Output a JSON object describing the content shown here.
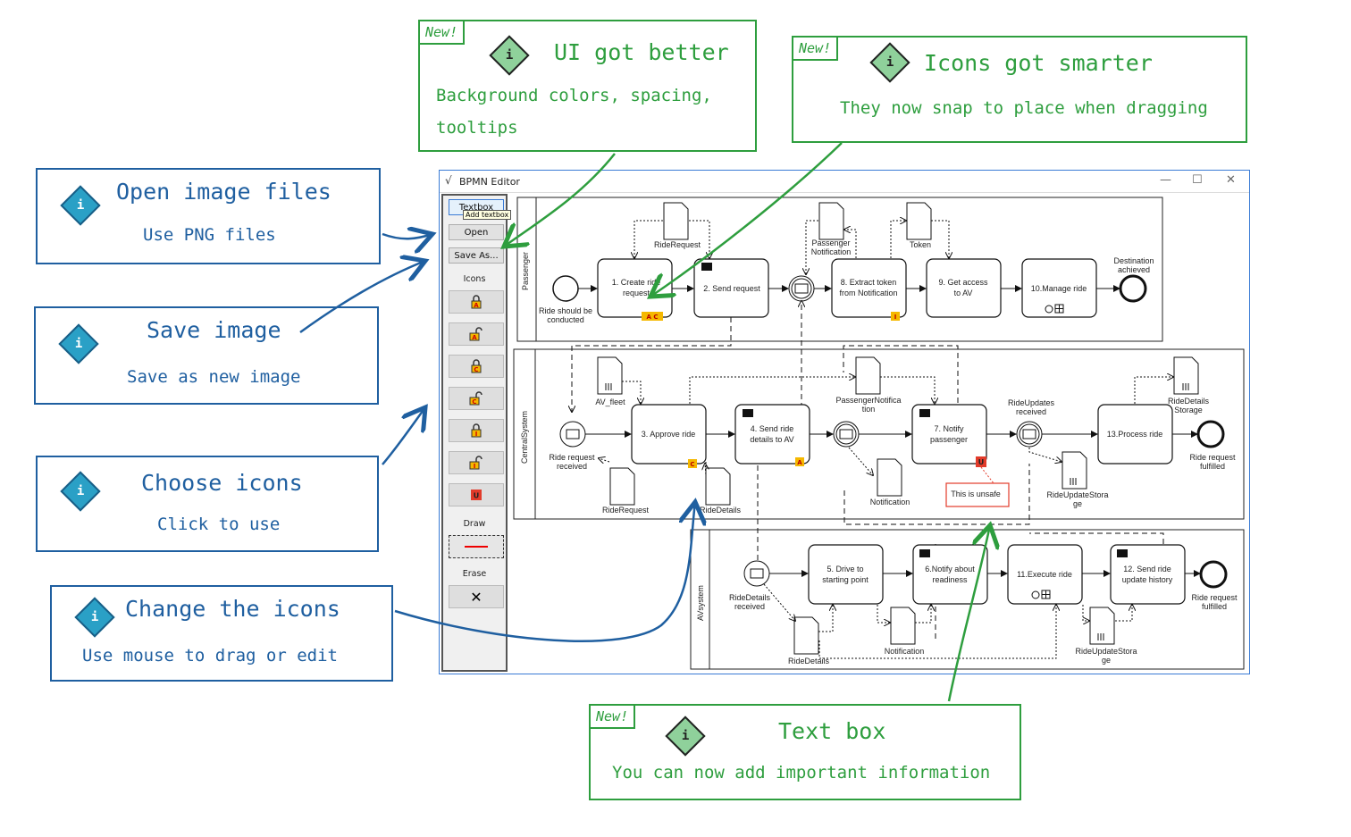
{
  "callouts": {
    "ui": {
      "tag": "New!",
      "title": "UI got better",
      "sub1": "Background colors, spacing,",
      "sub2": "tooltips"
    },
    "icons": {
      "tag": "New!",
      "title": "Icons got smarter",
      "sub": "They now snap to place when dragging"
    },
    "open": {
      "title": "Open image files",
      "sub": "Use PNG files"
    },
    "save": {
      "title": "Save image",
      "sub": "Save as new image"
    },
    "choose": {
      "title": "Choose icons",
      "sub": "Click to use"
    },
    "change": {
      "title": "Change the icons",
      "sub": "Use mouse to drag or edit"
    },
    "textbox": {
      "tag": "New!",
      "title": "Text box",
      "sub": "You can now add important information"
    }
  },
  "window": {
    "title": "BPMN Editor",
    "minimize": "—",
    "maximize": "☐",
    "close": "✕"
  },
  "toolbar": {
    "textbox": "Textbox",
    "tooltip": "Add textbox",
    "open": "Open",
    "save_as": "Save As...",
    "icons_label": "Icons",
    "draw_label": "Draw",
    "erase_label": "Erase",
    "erase_symbol": "✕",
    "icon_letters": [
      "A",
      "A",
      "C",
      "C",
      "I",
      "I",
      "U"
    ]
  },
  "lanes": {
    "passenger": "Passenger",
    "central": "CentralSystem",
    "av": "AVsystem"
  },
  "diagram": {
    "t1": "1. Create ride",
    "t1b": "request",
    "t2": "2. Send request",
    "t8": "8. Extract token",
    "t8b": "from Notification",
    "t9": "9. Get access",
    "t9b": "to AV",
    "t10": "10.Manage ride",
    "t3": "3. Approve ride",
    "t4": "4. Send ride",
    "t4b": "details to AV",
    "t7": "7. Notify",
    "t7b": "passenger",
    "t13": "13.Process ride",
    "t5": "5. Drive to",
    "t5b": "starting point",
    "t6": "6.Notify about",
    "t6b": "readiness",
    "t11": "11.Execute ride",
    "t12": "12. Send ride",
    "t12b": "update history",
    "d_riderequest": "RideRequest",
    "d_passnotif": "Passenger",
    "d_passnotif2": "Notification",
    "d_token": "Token",
    "d_avfleet": "AV_fleet",
    "d_passnotif3": "PassengerNotifica",
    "d_passnotif4": "tion",
    "d_rideupdates": "RideUpdates",
    "d_rideupdates2": "received",
    "d_ridedetailsstorage": "RideDetails",
    "d_ridedetailsstorage2": "Storage",
    "d_riderequest2": "RideRequest",
    "d_ridedetails": "RideDetails",
    "d_notification": "Notification",
    "d_rideupdatestorage": "RideUpdateStora",
    "d_rideupdatestorage2": "ge",
    "d_notification2": "Notification",
    "d_ridedetails2": "RideDetails",
    "d_rideupdatestorage3": "RideUpdateStora",
    "d_rideupdatestorage4": "ge",
    "e_start": "Ride should be",
    "e_start2": "conducted",
    "e_dest": "Destination",
    "e_dest2": "achieved",
    "e_rr": "Ride request",
    "e_rr2": "received",
    "e_rrf": "Ride request",
    "e_rrf2": "fulfilled",
    "e_rdr": "RideDetails",
    "e_rdr2": "received",
    "e_rrf3": "Ride request",
    "e_rrf4": "fulfilled",
    "unsafe": "This is unsafe",
    "badge_ac": "A C",
    "badge_i": "I",
    "badge_c": "C",
    "badge_a": "A",
    "badge_u": "U"
  }
}
